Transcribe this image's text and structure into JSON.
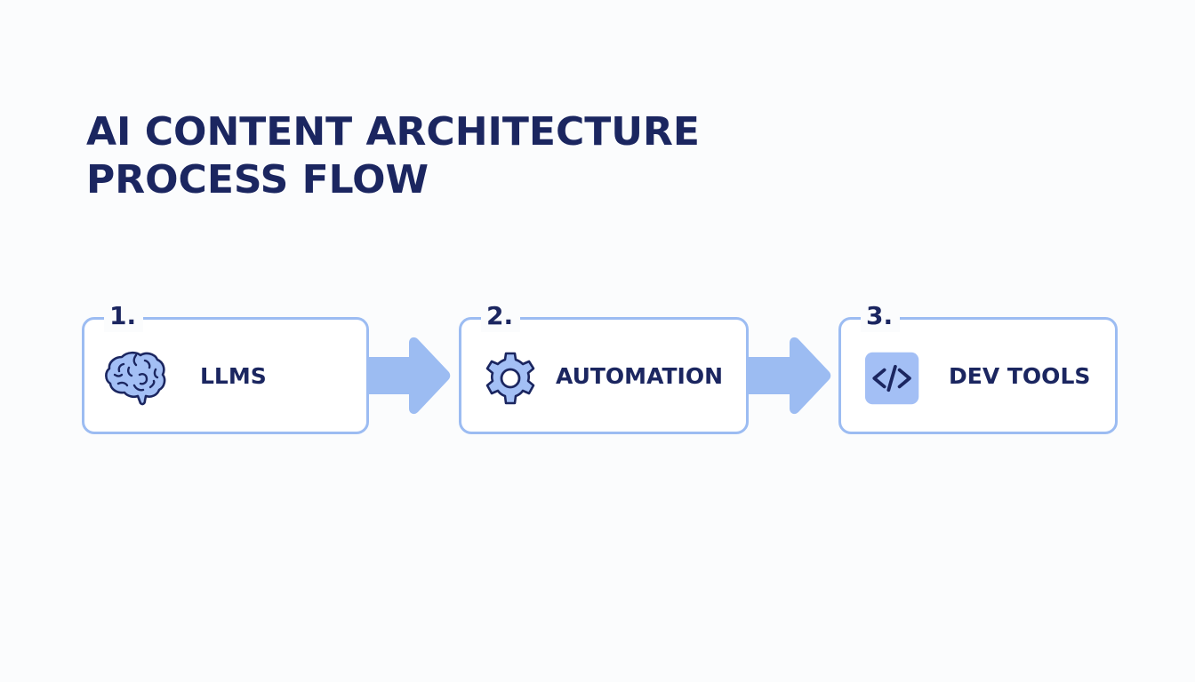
{
  "title": {
    "line1": "AI CONTENT ARCHITECTURE",
    "line2": "PROCESS FLOW"
  },
  "colors": {
    "text_dark": "#1b2660",
    "accent_blue": "#9cbcf2",
    "icon_fill": "#a3bff5",
    "background": "#fbfcfd"
  },
  "steps": [
    {
      "number": "1.",
      "label": "LLMS",
      "icon": "brain-icon"
    },
    {
      "number": "2.",
      "label": "AUTOMATION",
      "icon": "gear-icon"
    },
    {
      "number": "3.",
      "label": "DEV TOOLS",
      "icon": "code-icon"
    }
  ],
  "code_icon_glyph": "</>"
}
